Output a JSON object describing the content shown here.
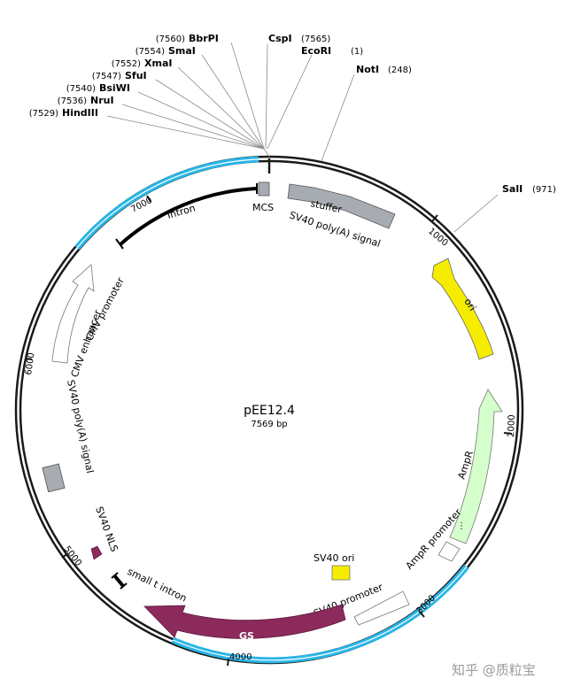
{
  "plasmid": {
    "name": "pEE12.4",
    "size_text": "7569 bp"
  },
  "restriction_sites": [
    {
      "name": "BbrPI",
      "position": "(7560)"
    },
    {
      "name": "SmaI",
      "position": "(7554)"
    },
    {
      "name": "XmaI",
      "position": "(7552)"
    },
    {
      "name": "SfuI",
      "position": "(7547)"
    },
    {
      "name": "BsiWI",
      "position": "(7540)"
    },
    {
      "name": "NruI",
      "position": "(7536)"
    },
    {
      "name": "HindIII",
      "position": "(7529)"
    },
    {
      "name": "CspI",
      "position": "(7565)"
    },
    {
      "name": "EcoRI",
      "position": "(1)"
    },
    {
      "name": "NotI",
      "position": "(248)"
    },
    {
      "name": "SalI",
      "position": "(971)"
    }
  ],
  "features": {
    "mcs": "MCS",
    "stuffer": "stuffer",
    "sv40_polya_top": "SV40 poly(A) signal",
    "intron": "Intron",
    "ori": "ori",
    "ampr": "AmpR",
    "ampr_promoter": "AmpR promoter",
    "sv40_ori": "SV40 ori",
    "sv40_promoter": "SV40 promoter",
    "gs": "GS",
    "small_t_intron": "small t intron",
    "sv40_nls": "SV40 NLS",
    "sv40_polya_left": "SV40 poly(A) signal",
    "cmv_enhancer": "CMV enhancer",
    "cmv_promoter": "CMV promoter"
  },
  "ticks": [
    "1000",
    "2000",
    "3000",
    "4000",
    "5000",
    "6000",
    "7000"
  ],
  "colors": {
    "backbone": "#1a1a1a",
    "highlight": "#29b6e6",
    "gray_feature": "#a6acb2",
    "ori": "#f5ec00",
    "ampr": "#d4ffcc",
    "gs": "#8c2a5c",
    "sv40_ori": "#f5ec00"
  },
  "watermark": "知乎 @质粒宝"
}
